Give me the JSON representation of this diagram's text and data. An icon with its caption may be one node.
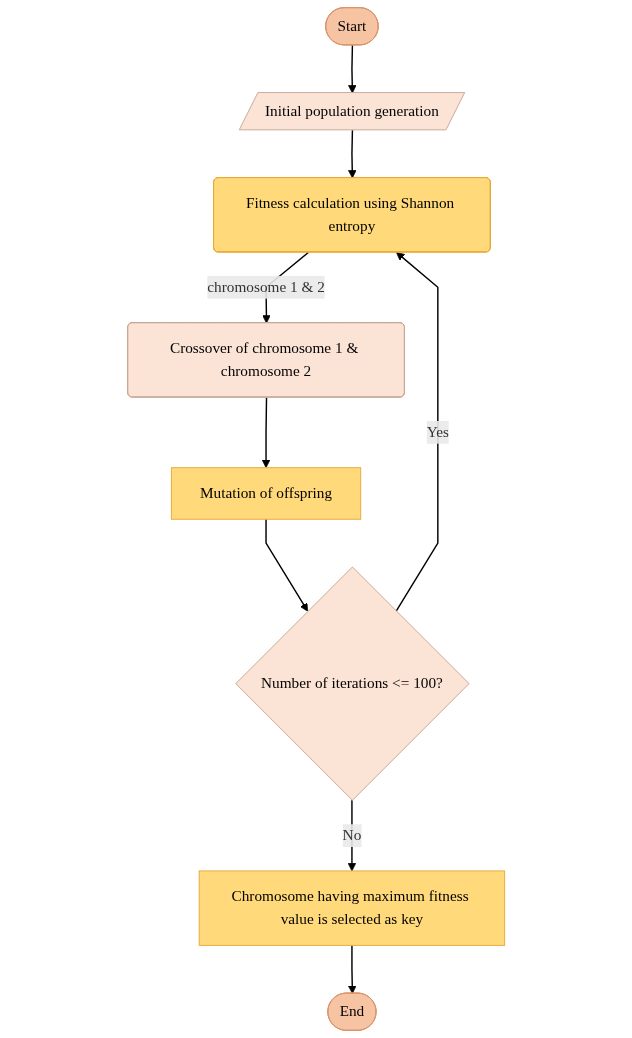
{
  "diagram": {
    "nodes": [
      {
        "text": [
          "Start"
        ]
      },
      {
        "text": [
          "Initial population generation"
        ]
      },
      {
        "text": [
          "Fitness calculation using Shannon entropy"
        ]
      },
      {
        "text": [
          "Crossover of chromosome 1 & chromosome 2"
        ]
      },
      {
        "text": [
          "Mutation of offspring"
        ]
      },
      {
        "text": [
          "Number of iterations <= 100?"
        ]
      },
      {
        "text": [
          "Chromosome having maximum fitness value is selected as key"
        ]
      },
      {
        "text": [
          "End"
        ]
      }
    ],
    "edges": [
      {
        "from": 0,
        "to": 1,
        "arrow": "to"
      },
      {
        "from": 1,
        "to": 2,
        "arrow": "to"
      },
      {
        "from": 2,
        "to": 3,
        "arrow": "to",
        "label": "chromosome 1 & 2"
      },
      {
        "from": 3,
        "to": 4,
        "arrow": "to"
      },
      {
        "from": 4,
        "to": 5,
        "arrow": "to"
      },
      {
        "from": 5,
        "to": 2,
        "arrow": "to",
        "label": "Yes"
      },
      {
        "from": 5,
        "to": 6,
        "arrow": "to",
        "label": "No"
      },
      {
        "from": 6,
        "to": 7,
        "arrow": "to"
      }
    ]
  }
}
